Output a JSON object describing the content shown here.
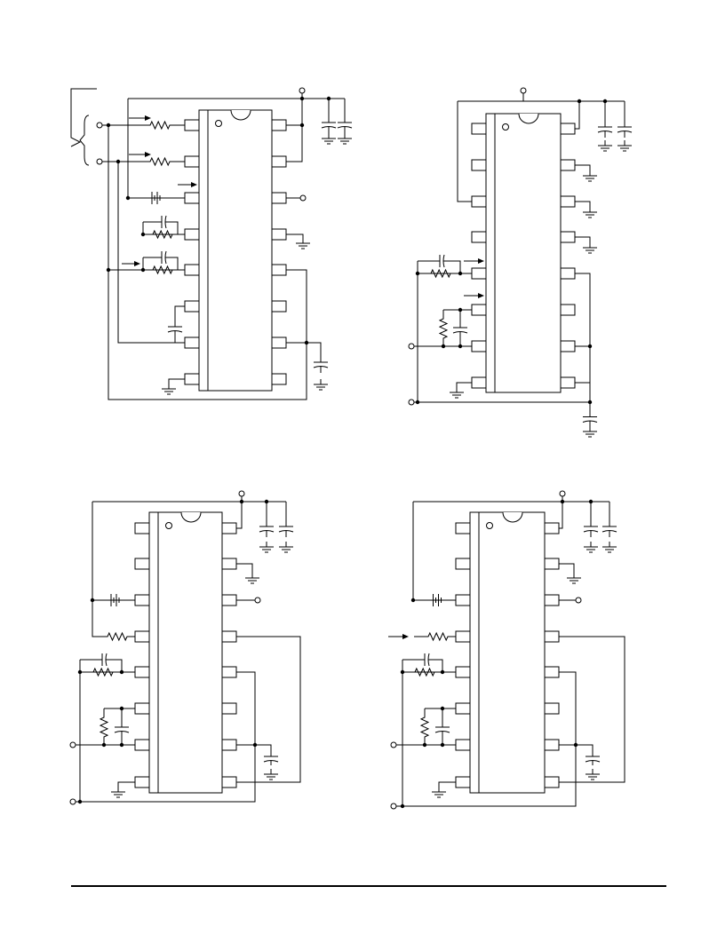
{
  "diagrams": [
    {
      "id": "test-circuit-1"
    },
    {
      "id": "test-circuit-2"
    },
    {
      "id": "test-circuit-3"
    },
    {
      "id": "test-circuit-4"
    }
  ],
  "footer": {}
}
